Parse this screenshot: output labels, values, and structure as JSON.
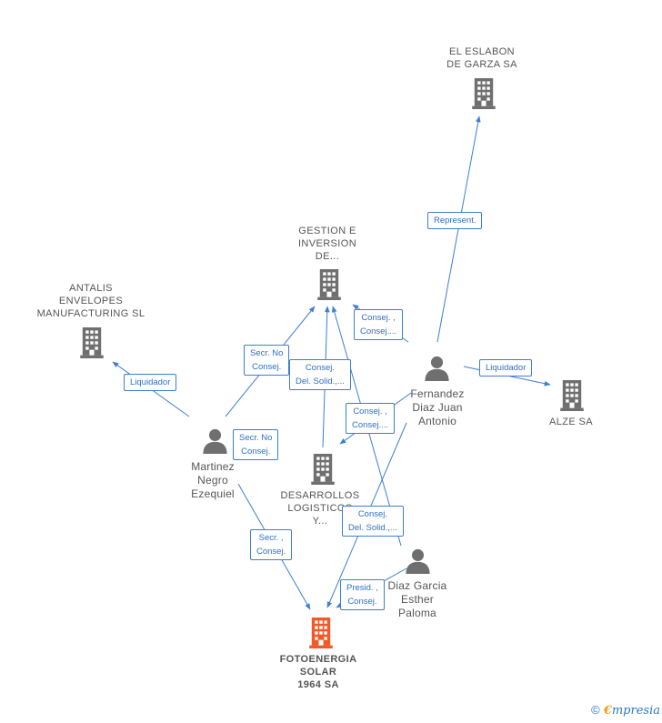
{
  "colors": {
    "edge": "#3b7fd4",
    "icon": "#6f6f6f",
    "focus": "#f05a28"
  },
  "nodes": {
    "el_eslabon": {
      "lines": [
        "EL ESLABON",
        "DE GARZA SA"
      ],
      "icon": "building-icon"
    },
    "gestion": {
      "lines": [
        "GESTION E",
        "INVERSION",
        "DE..."
      ],
      "icon": "building-icon"
    },
    "antalis": {
      "lines": [
        "ANTALIS",
        "ENVELOPES",
        "MANUFACTURING SL"
      ],
      "icon": "building-icon"
    },
    "alze": {
      "lines": [
        "ALZE SA"
      ],
      "icon": "building-icon"
    },
    "desarrollos": {
      "lines": [
        "DESARROLLOS",
        "LOGISTICOS",
        "Y..."
      ],
      "icon": "building-icon"
    },
    "fotoenergia": {
      "lines": [
        "FOTOENERGIA",
        "SOLAR",
        "1964 SA"
      ],
      "icon": "building-icon"
    },
    "fernandez": {
      "lines": [
        "Fernandez",
        "Diaz Juan",
        "Antonio"
      ],
      "icon": "person-icon"
    },
    "martinez": {
      "lines": [
        "Martinez",
        "Negro",
        "Ezequiel"
      ],
      "icon": "person-icon"
    },
    "diaz_garcia": {
      "lines": [
        "Diaz Garcia",
        "Esther",
        "Paloma"
      ],
      "icon": "person-icon"
    }
  },
  "edge_labels": {
    "represent": [
      "Represent."
    ],
    "liquidador_alze": [
      "Liquidador"
    ],
    "liquidador_antalis": [
      "Liquidador"
    ],
    "consej_fernandez_gestion": [
      "Consej. ,",
      "Consej...."
    ],
    "secr_martinez_gestion": [
      "Secr.  No",
      "Consej."
    ],
    "consej_del_gestion": [
      "Consej.",
      "Del. Solid.,..."
    ],
    "consej_fernandez_desarrollos": [
      "Consej. ,",
      "Consej...."
    ],
    "secr_martinez_desarrollos": [
      "Secr.  No",
      "Consej."
    ],
    "consej_del_fotoenergia": [
      "Consej.",
      "Del. Solid.,..."
    ],
    "secr_martinez_fotoenergia": [
      "Secr. ,",
      "Consej."
    ],
    "presid_fotoenergia": [
      "Presid. ,",
      "Consej."
    ]
  },
  "footer": {
    "copyright": "©",
    "brand_initial": "€",
    "brand_rest": "mpresia"
  }
}
